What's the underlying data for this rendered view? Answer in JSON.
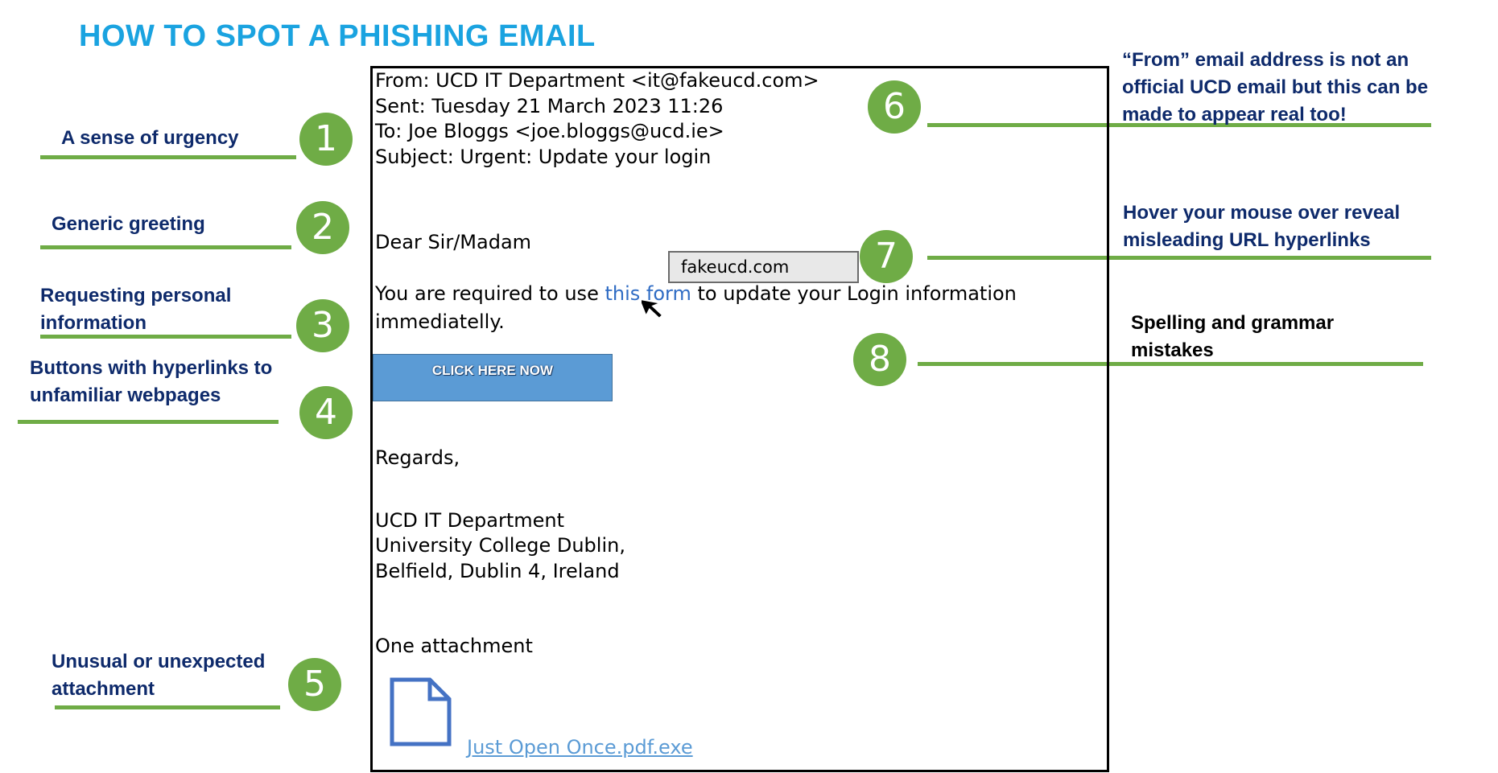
{
  "title": "HOW TO SPOT A PHISHING EMAIL",
  "colors": {
    "title": "#1aa3e0",
    "label": "#0e2a6b",
    "accent_green": "#6fac46",
    "link": "#2f6cc4",
    "button": "#5b9bd5"
  },
  "annotations": [
    {
      "number": "1",
      "text": "A sense of urgency"
    },
    {
      "number": "2",
      "text": "Generic greeting"
    },
    {
      "number": "3",
      "line1": "Requesting personal",
      "line2": "information"
    },
    {
      "number": "4",
      "line1": "Buttons with hyperlinks to",
      "line2": "unfamiliar webpages"
    },
    {
      "number": "5",
      "line1": "Unusual or unexpected",
      "line2": "attachment"
    },
    {
      "number": "6",
      "line1": "“From” email address is not an",
      "line2": "official UCD email but this can be",
      "line3": "made to appear real too!"
    },
    {
      "number": "7",
      "line1": "Hover your mouse over reveal",
      "line2": "misleading URL hyperlinks"
    },
    {
      "number": "8",
      "line1": "Spelling and grammar",
      "line2": "mistakes"
    }
  ],
  "email": {
    "from": "From: UCD IT Department <it@fakeucd.com>",
    "sent": "Sent: Tuesday 21 March 2023 11:26",
    "to": "To: Joe Bloggs <joe.bloggs@ucd.ie>",
    "subject": "Subject: Urgent: Update your login",
    "greeting": "Dear Sir/Madam",
    "body_before_link": "You are required to use ",
    "link_text": "this form",
    "body_after_link": " to update your Login information",
    "body_line2": "immediatelly.",
    "tooltip": "fakeucd.com",
    "button": "CLICK HERE NOW",
    "regards": "Regards,",
    "sig1": "UCD IT Department",
    "sig2": "University College Dublin,",
    "sig3": "Belfield, Dublin 4, Ireland",
    "attachment_count": "One attachment",
    "attachment_name": "Just Open Once.pdf.exe",
    "icons": {
      "cursor": "mouse-pointer-icon",
      "file": "document-icon"
    }
  }
}
